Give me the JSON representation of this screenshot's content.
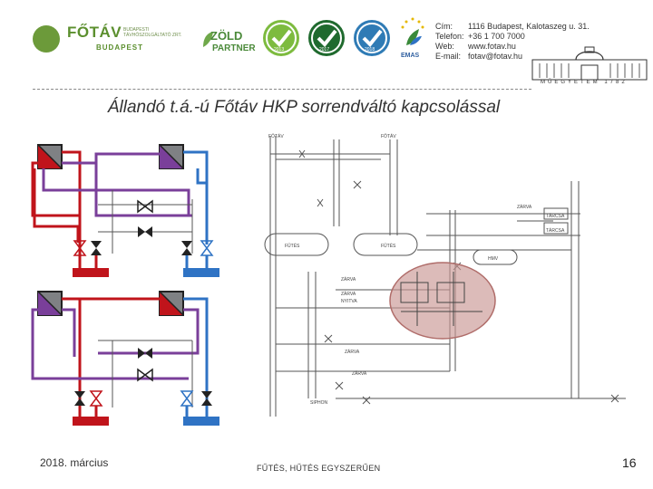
{
  "header": {
    "fotav_logo": {
      "word": "FŐTÁV",
      "subtitle": "BUDAPESTI TÁVHŐSZOLGÁLTATÓ ZRT.",
      "city": "BUDAPEST"
    },
    "zold_partner": {
      "word": "ZÖLD",
      "partner": "PARTNER"
    },
    "badges": [
      "2013",
      "2017",
      "2018"
    ],
    "emas": "EMAS",
    "contact": [
      {
        "key": "Cím:",
        "value": "1116 Budapest, Kalotaszeg u. 31."
      },
      {
        "key": "Telefon:",
        "value": "+36 1 700 7000"
      },
      {
        "key": "Web:",
        "value": "www.fotav.hu"
      },
      {
        "key": "E-mail:",
        "value": "fotav@fotav.hu"
      }
    ],
    "university_text": "MŰEGYETEM 1782"
  },
  "title": "Állandó t.á.-ú Főtáv HKP sorrendváltó kapcsolással",
  "diagram_labels": [
    "FŐTÁV",
    "FŐTÁV",
    "ZÁRVA",
    "TÁRCSA",
    "TÁRCSA",
    "FŰTÉS",
    "FŰTÉS",
    "HMV",
    "ZÁRVA",
    "ZÁRVA",
    "NYITVA",
    "ZÁRVA",
    "ZÁRVA",
    "SIPHON"
  ],
  "footer": {
    "date": "2018. március",
    "center": "FŰTÉS, HŰTÉS EGYSZERŰEN",
    "page": "16"
  },
  "colors": {
    "red": "#c0141b",
    "purple": "#7a3f9a",
    "blue": "#2f73c4",
    "gray": "#7f8184",
    "green": "#5b8f2e",
    "highlight": "#c99693"
  }
}
